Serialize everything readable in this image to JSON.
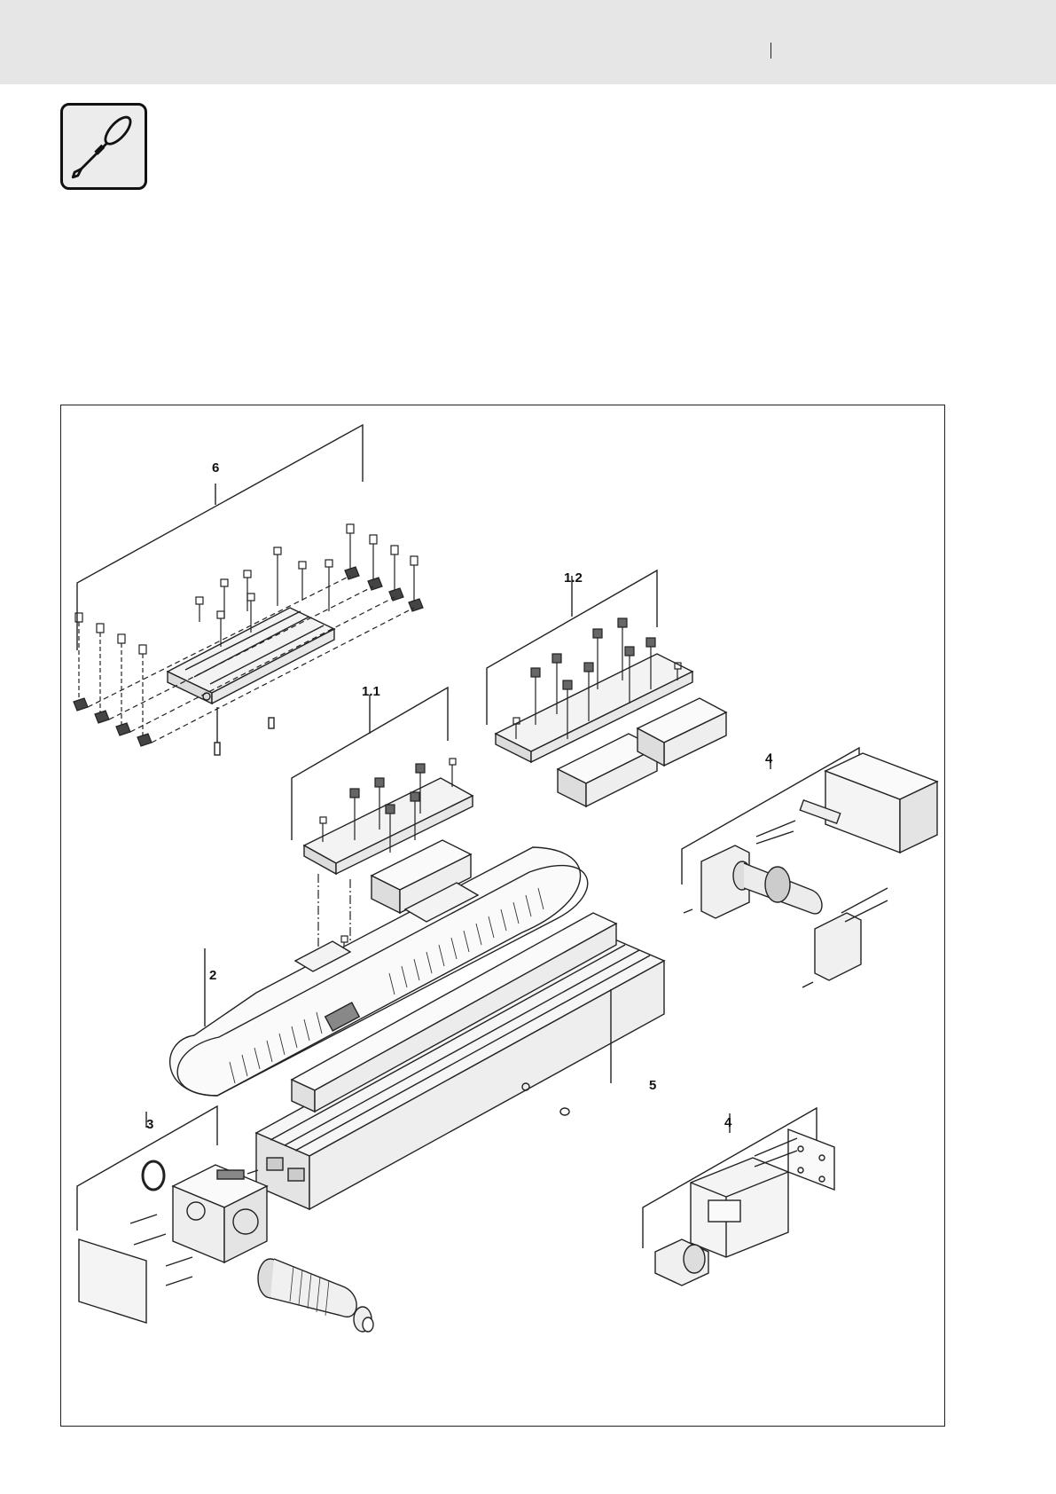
{
  "header": {
    "background": "#e6e6e6"
  },
  "tool_icon": {
    "name": "screwdriver-icon"
  },
  "diagram": {
    "callouts": {
      "c6": "6",
      "c1_2": "1.2",
      "c1_1": "1.1",
      "c4_top": "4",
      "c2": "2",
      "c5": "5",
      "c3": "3",
      "c4_bottom": "4"
    }
  }
}
